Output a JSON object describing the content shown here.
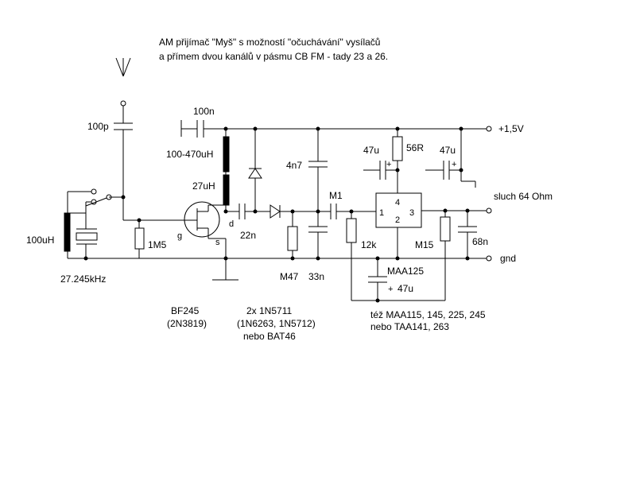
{
  "title": {
    "line1": "AM přijímač \"Myš\" s možností \"očuchávání\" vysílačů",
    "line2": "a přímem dvou kanálů v pásmu CB FM - tady 23 a 26."
  },
  "components": {
    "c_ant": "100p",
    "c_in": "100n",
    "l_choke": "100-470uH",
    "l_27": "27uH",
    "l_tank": "100uH",
    "crystal": "27.245kHz",
    "r_gate": "1M5",
    "c_22n": "22n",
    "c_4n7": "4n7",
    "c_m1": "M1",
    "c_47u_left": "47u",
    "r_56": "56R",
    "c_47u_right": "47u",
    "r_12k": "12k",
    "r_m15": "M15",
    "c_68n": "68n",
    "r_m47": "M47",
    "c_33n": "33n",
    "ic": "MAA125",
    "c_47u_bottom": "47u",
    "plus_a": "+",
    "plus_b": "+",
    "plus_c": "+"
  },
  "pins": {
    "g": "g",
    "d": "d",
    "s": "s",
    "ic1": "1",
    "ic2": "2",
    "ic3": "3",
    "ic4": "4"
  },
  "rails": {
    "vcc": "+1,5V",
    "out": "sluch 64 Ohm",
    "gnd": "gnd"
  },
  "notes": {
    "fet1": "BF245",
    "fet2": "(2N3819)",
    "diode1": "2x 1N5711",
    "diode2": "(1N6263, 1N5712)",
    "diode3": "nebo BAT46",
    "ic_alt1": "též MAA115, 145, 225, 245",
    "ic_alt2": "nebo TAA141, 263"
  }
}
